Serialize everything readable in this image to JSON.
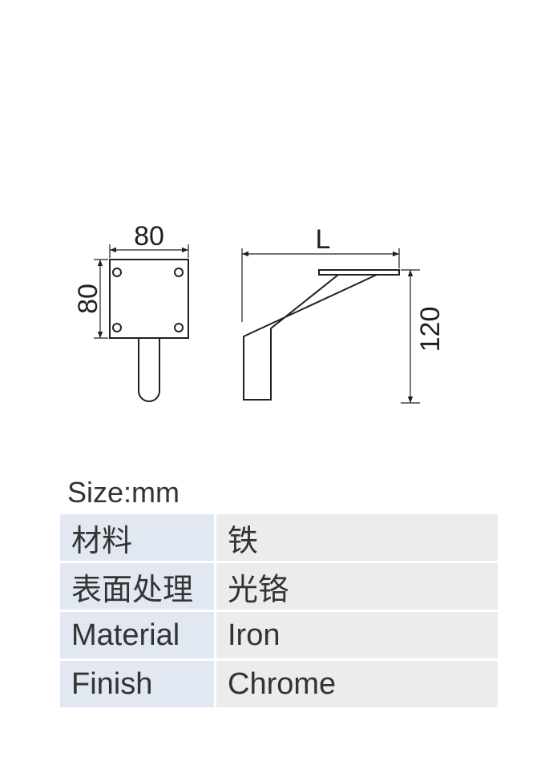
{
  "drawing": {
    "front_width_label": "80",
    "front_height_label": "80",
    "side_length_label": "L",
    "side_height_label": "120"
  },
  "size_unit_label": "Size:mm",
  "specs": [
    {
      "key": "材料",
      "value": "铁"
    },
    {
      "key": "表面处理",
      "value": "光铬"
    },
    {
      "key": "Material",
      "value": "Iron"
    },
    {
      "key": "Finish",
      "value": "Chrome"
    }
  ],
  "colors": {
    "line": "#231f20",
    "key_cell": "#e1e8f2",
    "value_cell": "#ececec"
  }
}
